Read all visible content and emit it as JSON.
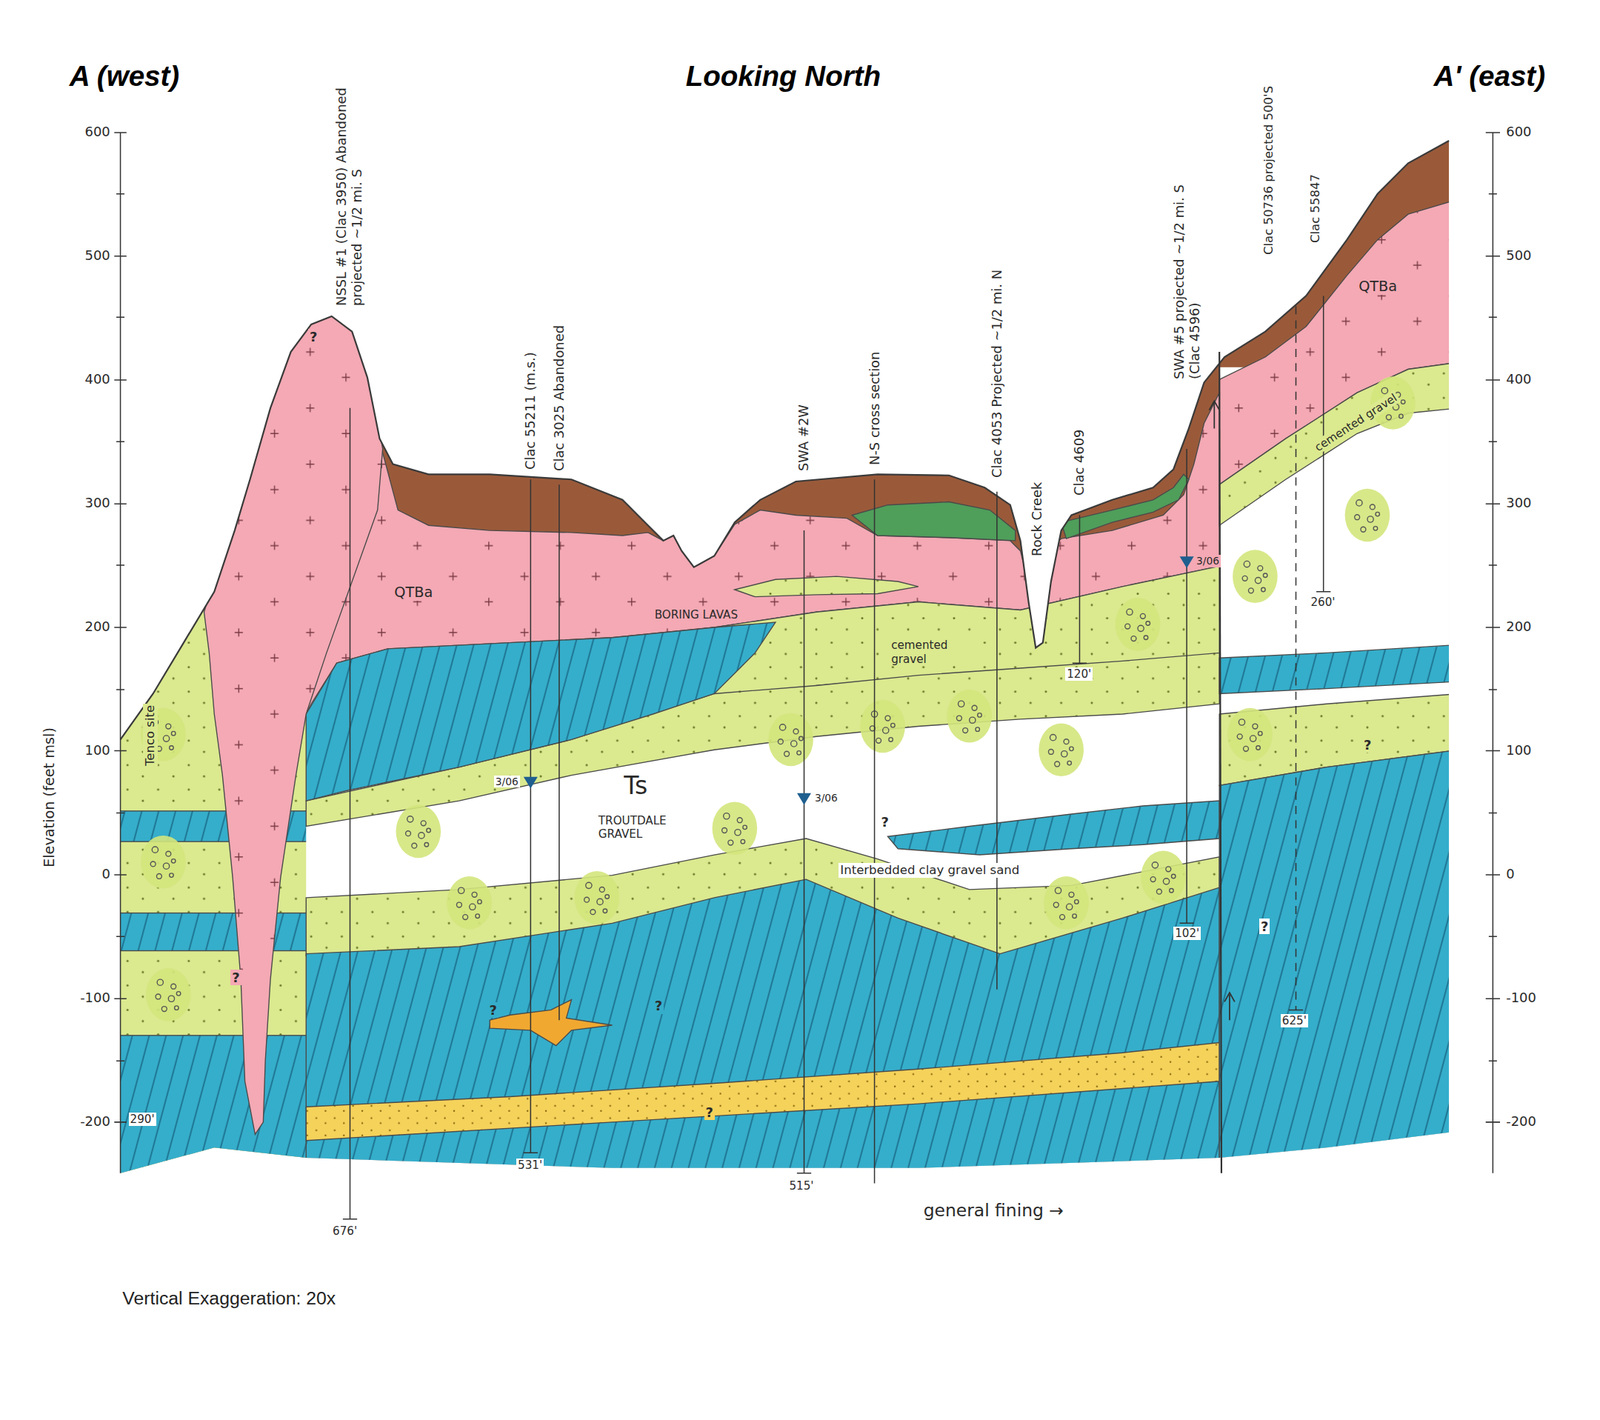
{
  "diagram": {
    "title": "Looking North",
    "caption": "Vertical Exaggeration: 20x",
    "labels": [
      "A (west)",
      "A' (east)",
      "600",
      "500",
      "400",
      "300",
      "200",
      "100",
      "0",
      "-100",
      "-200",
      "600",
      "500",
      "400",
      "300",
      "200",
      "100",
      "0",
      "-100",
      "-200",
      "Elevation (feet msl)",
      "Tenco site",
      "NSSL #1 (Clac 3950) Abandoned projected ~1/2 mi. S",
      "Clac 55211 (m.s.)",
      "Clac 3025 Abandoned",
      "SWA #2W",
      "N-S cross section",
      "Clac 4053 Projected ~1/2 mi. N",
      "Rock Creek",
      "Clac 4609",
      "SWA #5 projected ~1/2 mi. S (Clac 4596)",
      "Clac 50736 projected 500'S",
      "Clac 55847",
      "QTBa",
      "QTBa",
      "BORING LAVAS",
      "Ts",
      "TROUTDALE GRAVEL",
      "Interbedded clay gravel sand",
      "cemented gravel",
      "cemented gravel",
      "3/06",
      "3/06",
      "3/06",
      "676'",
      "531'",
      "515'",
      "120'",
      "102'",
      "260'",
      "625'",
      "290'",
      "general fining →",
      "?",
      "?",
      "?",
      "?",
      "?",
      "?",
      "?",
      "?"
    ]
  }
}
